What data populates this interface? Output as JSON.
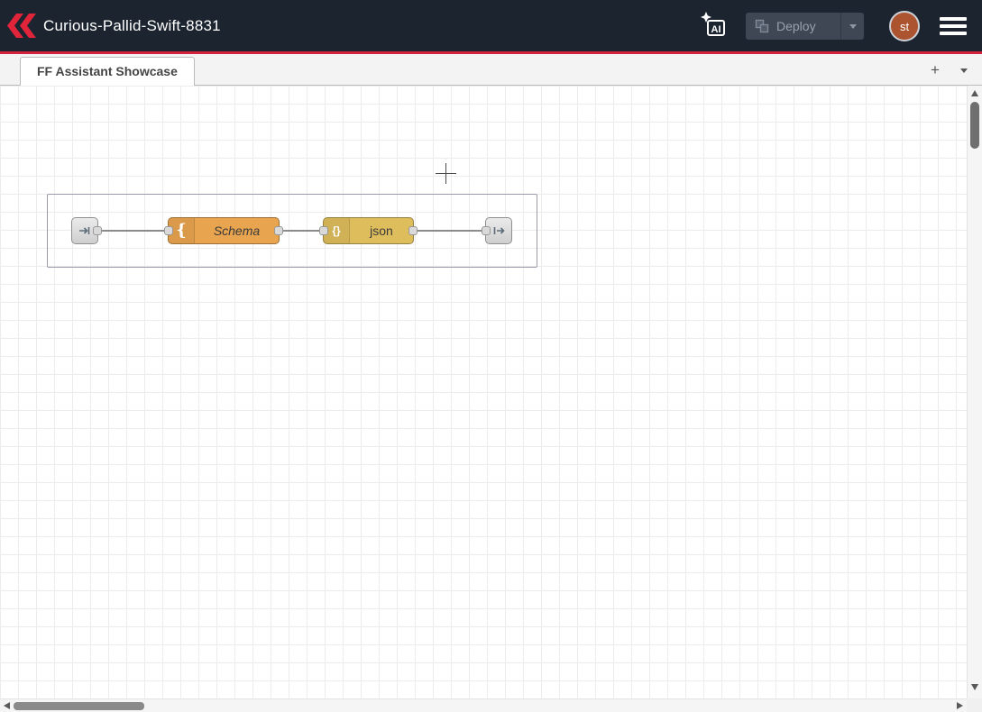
{
  "header": {
    "title": "Curious-Pallid-Swift-8831",
    "ai_button": {
      "label": "AI",
      "icon": "sparkle-box"
    },
    "deploy_button": {
      "label": "Deploy",
      "enabled": false,
      "icon": "deploy-stack"
    },
    "avatar": {
      "initials": "st"
    },
    "menu_icon": "hamburger",
    "colors": {
      "header_bg": "#1c2430",
      "accent_red": "#d2223c",
      "logo_red": "#e0243a"
    }
  },
  "tab_bar": {
    "tabs": [
      {
        "label": "FF Assistant Showcase",
        "active": true
      }
    ],
    "add_tab_label": "+",
    "tab_menu_icon": "chevron-down"
  },
  "workspace": {
    "group_border_color": "#9b9bab",
    "wire_color": "#8b8b8b",
    "nodes": [
      {
        "id": "link-in",
        "kind": "link-in",
        "icon": "arrow-in",
        "label": ""
      },
      {
        "id": "schema",
        "kind": "function",
        "icon_glyph": "{",
        "label": "Schema",
        "color": "#e8a44f"
      },
      {
        "id": "json",
        "kind": "json",
        "icon_glyph": "{}",
        "label": "json",
        "color": "#debd5c"
      },
      {
        "id": "link-out",
        "kind": "link-out",
        "icon": "arrow-out",
        "label": ""
      }
    ]
  }
}
